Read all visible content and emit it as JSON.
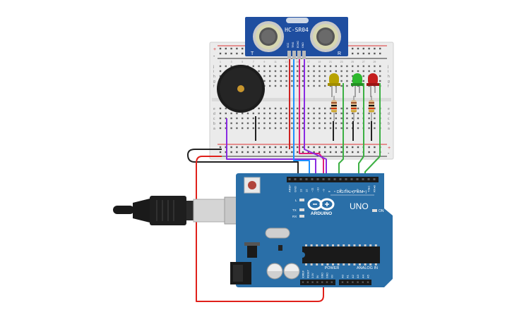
{
  "sensor": {
    "model": "HC-SR04",
    "left_mark": "T",
    "right_mark": "R",
    "pins": [
      "VCC",
      "TRIG",
      "ECHO",
      "GND"
    ]
  },
  "breadboard": {
    "row_letters_top": [
      "j",
      "i",
      "h",
      "g",
      "f"
    ],
    "row_letters_bottom": [
      "e",
      "d",
      "c",
      "b",
      "a"
    ],
    "rail_plus": "+",
    "rail_minus": "-",
    "column_numbers": [
      "1",
      "3",
      "5",
      "7",
      "9",
      "11",
      "13",
      "15",
      "17",
      "19",
      "21",
      "23",
      "25",
      "27",
      "29"
    ]
  },
  "components": {
    "leds": [
      {
        "name": "yellow-led",
        "color": "#c8b400"
      },
      {
        "name": "green-led",
        "color": "#2eb82e"
      },
      {
        "name": "red-led",
        "color": "#cc1a1a"
      }
    ],
    "resistor_count": 3,
    "buzzer": "piezo"
  },
  "arduino": {
    "brand": "ARDUINO",
    "model": "UNO",
    "digital_label": "DIGITAL (PWM~)",
    "power_label": "POWER",
    "analog_label": "ANALOG IN",
    "on_label": "ON",
    "l_label": "L",
    "tx_label": "TX",
    "rx_label": "RX",
    "top_pins": [
      "AREF",
      "GND",
      "13",
      "12",
      "~11",
      "~10",
      "~9",
      "8",
      "7",
      "~6",
      "~5",
      "4",
      "~3",
      "2",
      "TX▸1",
      "RX◂0"
    ],
    "power_pins": [
      "IOREF",
      "RESET",
      "3.3V",
      "5V",
      "GND",
      "GND",
      "Vin"
    ],
    "analog_pins": [
      "A0",
      "A1",
      "A2",
      "A3",
      "A4",
      "A5"
    ]
  },
  "wires": {
    "colors": {
      "power": "#e0201a",
      "ground": "#222222",
      "trig": "#1e90ff",
      "echo": "#e0207a",
      "vcc": "#cc2222",
      "buzzer": "#8a2be2",
      "led": "#3cb043"
    }
  },
  "theme": {
    "board_blue": "#2a6fa8",
    "board_dark": "#1d5687",
    "sensor_blue": "#1f4ea0",
    "breadboard": "#e9e9e9"
  }
}
